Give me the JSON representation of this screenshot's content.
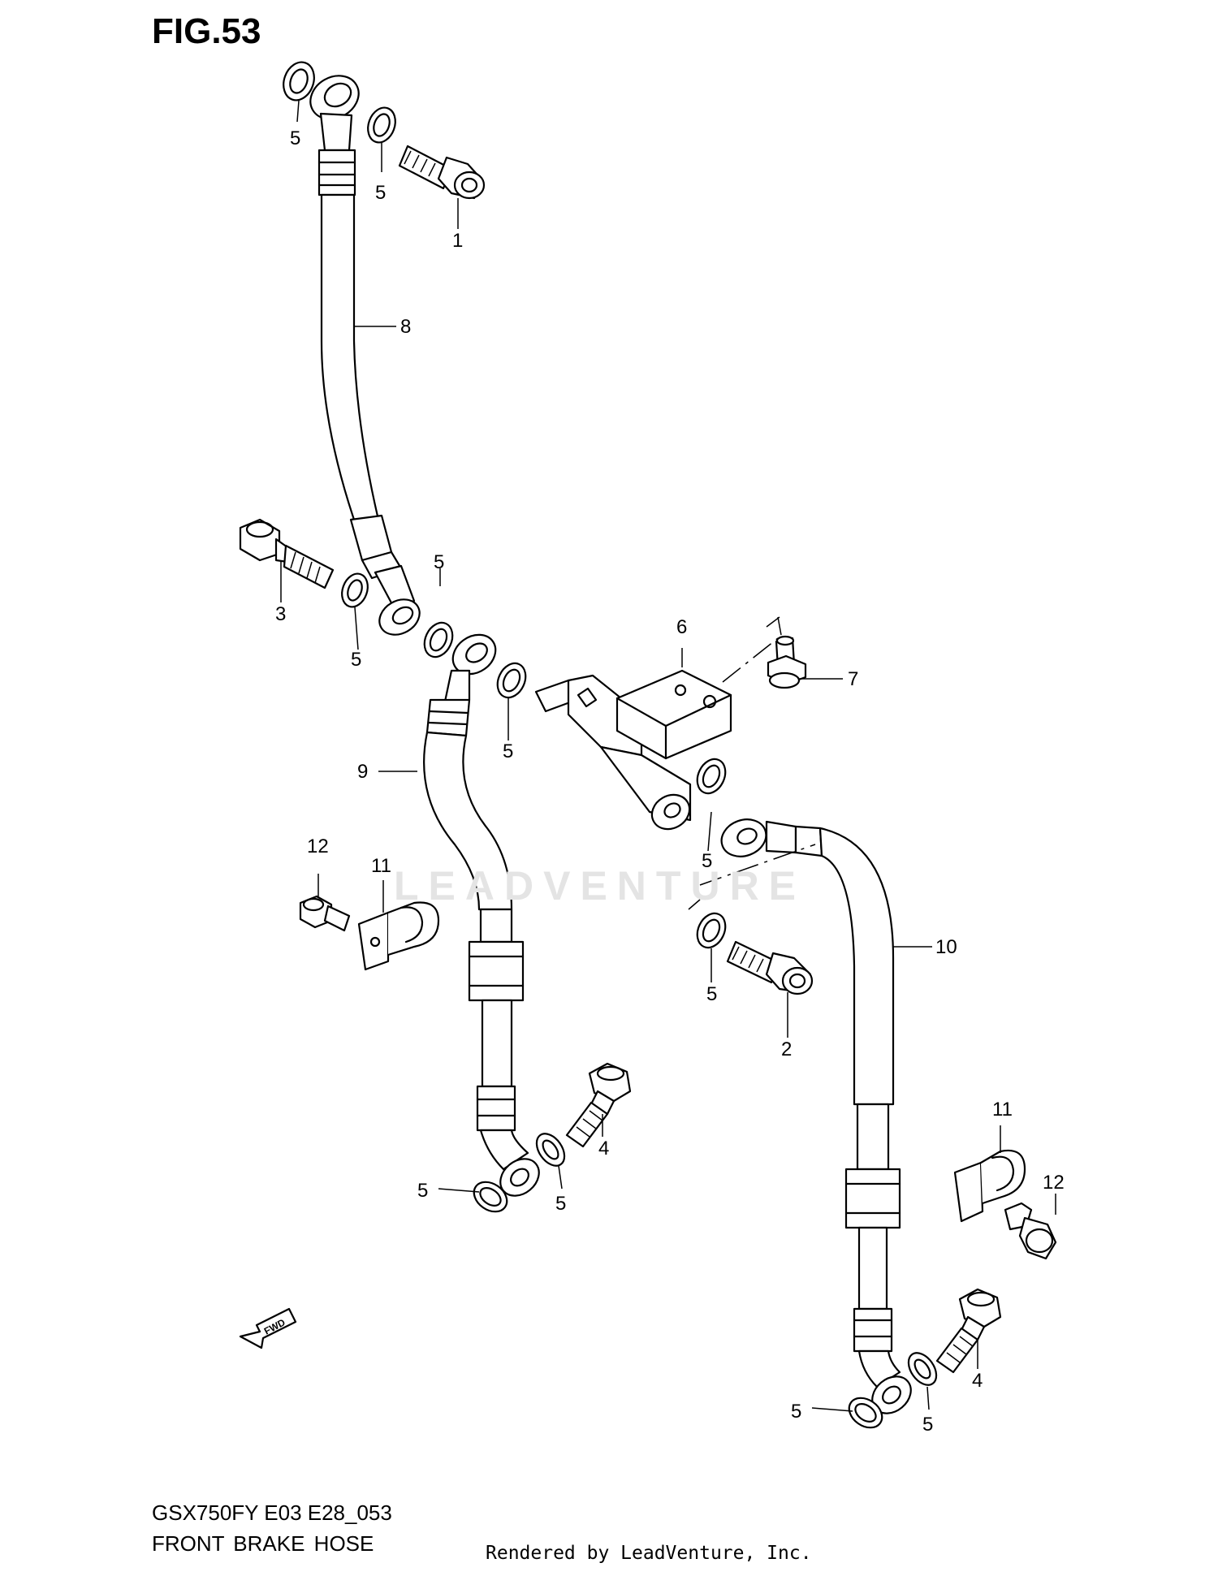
{
  "figure": {
    "title": "FIG.53"
  },
  "footer": {
    "model_code": "GSX750FY E03 E28_053",
    "diagram_name": "FRONT BRAKE  HOSE",
    "rendered_by": "Rendered by LeadVenture, Inc."
  },
  "watermark": {
    "text": "LEADVENTURE"
  },
  "fwd_arrow": {
    "label": "FWD"
  },
  "callouts": {
    "c1": "1",
    "c2": "2",
    "c3": "3",
    "c4a": "4",
    "c4b": "4",
    "c5a": "5",
    "c5b": "5",
    "c5c": "5",
    "c5d": "5",
    "c5e": "5",
    "c5f": "5",
    "c5g": "5",
    "c5h": "5",
    "c5i": "5",
    "c5j": "5",
    "c5k": "5",
    "c6": "6",
    "c7": "7",
    "c8": "8",
    "c9": "9",
    "c10": "10",
    "c11a": "11",
    "c11b": "11",
    "c12a": "12",
    "c12b": "12"
  }
}
